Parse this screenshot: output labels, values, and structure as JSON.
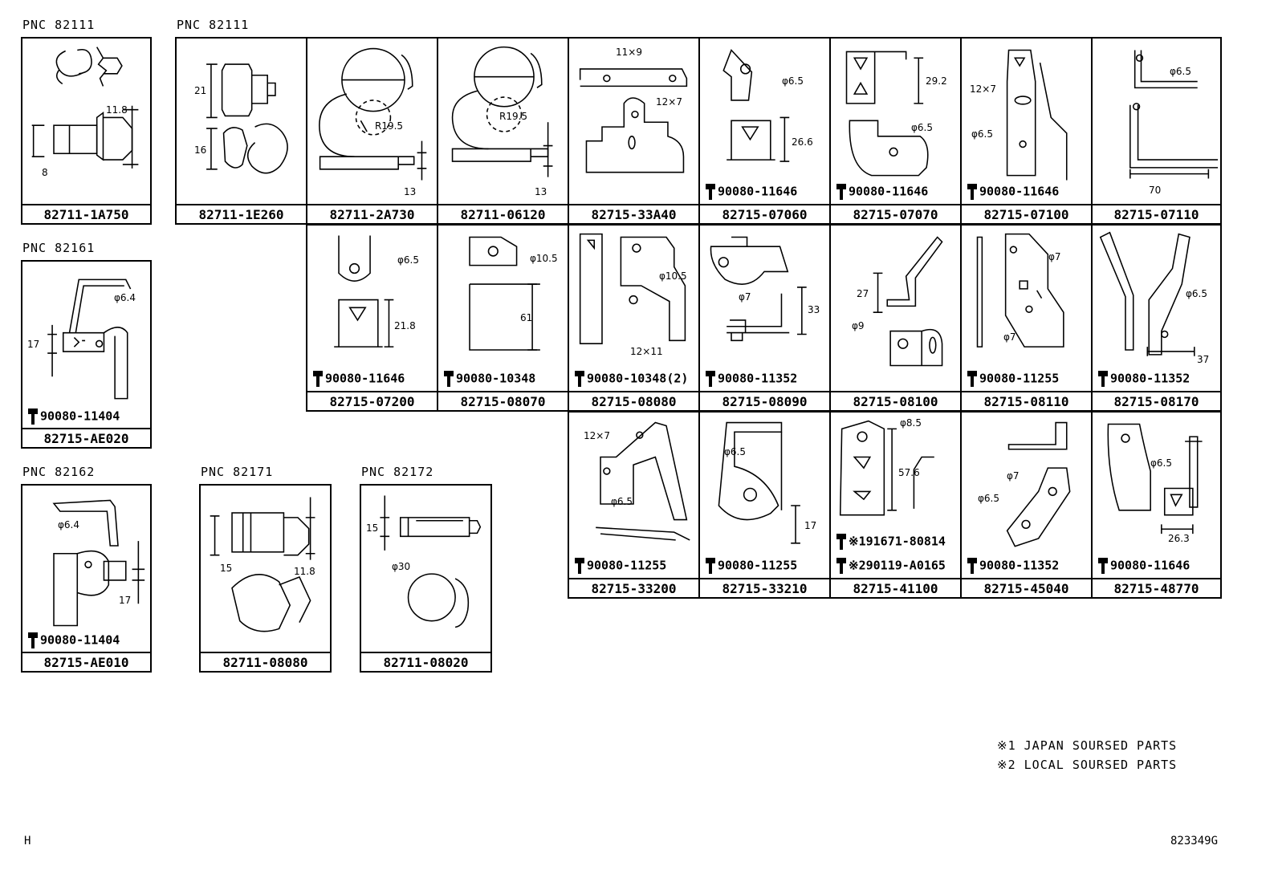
{
  "pnc_headers": [
    "PNC 82111",
    "PNC 82111",
    "PNC 82161",
    "PNC 82162",
    "PNC 82171",
    "PNC 82172"
  ],
  "parts": {
    "p1": "82711-1A750",
    "p2": "82711-1E260",
    "p3": "82711-2A730",
    "p4": "82711-06120",
    "p5": "82715-33A40",
    "p6": "82715-07060",
    "p7": "82715-07070",
    "p8": "82715-07100",
    "p9": "82715-07110",
    "p10": "82715-07200",
    "p11": "82715-08070",
    "p12": "82715-08080",
    "p13": "82715-08090",
    "p14": "82715-08100",
    "p15": "82715-08110",
    "p16": "82715-08170",
    "p17": "82715-33200",
    "p18": "82715-33210",
    "p19": "82715-41100",
    "p20": "82715-45040",
    "p21": "82715-48770",
    "p22": "82715-AE020",
    "p23": "82715-AE010",
    "p24": "82711-08080",
    "p25": "82711-08020"
  },
  "bolts": {
    "b6": "90080-11646",
    "b7": "90080-11646",
    "b8": "90080-11646",
    "b10": "90080-11646",
    "b11": "90080-10348",
    "b12": "90080-10348(2)",
    "b13": "90080-11352",
    "b15": "90080-11255",
    "b16": "90080-11352",
    "b17": "90080-11255",
    "b18": "90080-11255",
    "b19a": "※191671-80814",
    "b19b": "※290119-A0165",
    "b20": "90080-11352",
    "b21": "90080-11646",
    "b22": "90080-11404",
    "b23": "90080-11404"
  },
  "dims": {
    "d1a": "11.8",
    "d1b": "8",
    "d2a": "21",
    "d2b": "16",
    "d3a": "R19.5",
    "d3b": "13",
    "d4a": "R19.5",
    "d4b": "13",
    "d5a": "11×9",
    "d5b": "12×7",
    "d6a": "φ6.5",
    "d6b": "26.6",
    "d7a": "29.2",
    "d7b": "φ6.5",
    "d8a": "12×7",
    "d8b": "φ6.5",
    "d9a": "φ6.5",
    "d9b": "70",
    "d10a": "φ6.5",
    "d10b": "21.8",
    "d11a": "φ10.5",
    "d11b": "61",
    "d12a": "φ10.5",
    "d12b": "12×11",
    "d13a": "φ7",
    "d13b": "33",
    "d14a": "27",
    "d14b": "φ9",
    "d15a": "φ7",
    "d15b": "φ7",
    "d16a": "φ6.5",
    "d16b": "37",
    "d17a": "12×7",
    "d17b": "φ6.5",
    "d18a": "φ6.5",
    "d18b": "17",
    "d19a": "φ8.5",
    "d19b": "57.6",
    "d20a": "φ7",
    "d20b": "φ6.5",
    "d21a": "φ6.5",
    "d21b": "26.3",
    "d22a": "φ6.4",
    "d22b": "17",
    "d23a": "φ6.4",
    "d23b": "17",
    "d24a": "15",
    "d24b": "11.8",
    "d25a": "15",
    "d25b": "φ30"
  },
  "notes": [
    "※1   JAPAN SOURSED PARTS",
    "※2   LOCAL SOURSED PARTS"
  ],
  "corner_left": "H",
  "corner_right": "823349G"
}
